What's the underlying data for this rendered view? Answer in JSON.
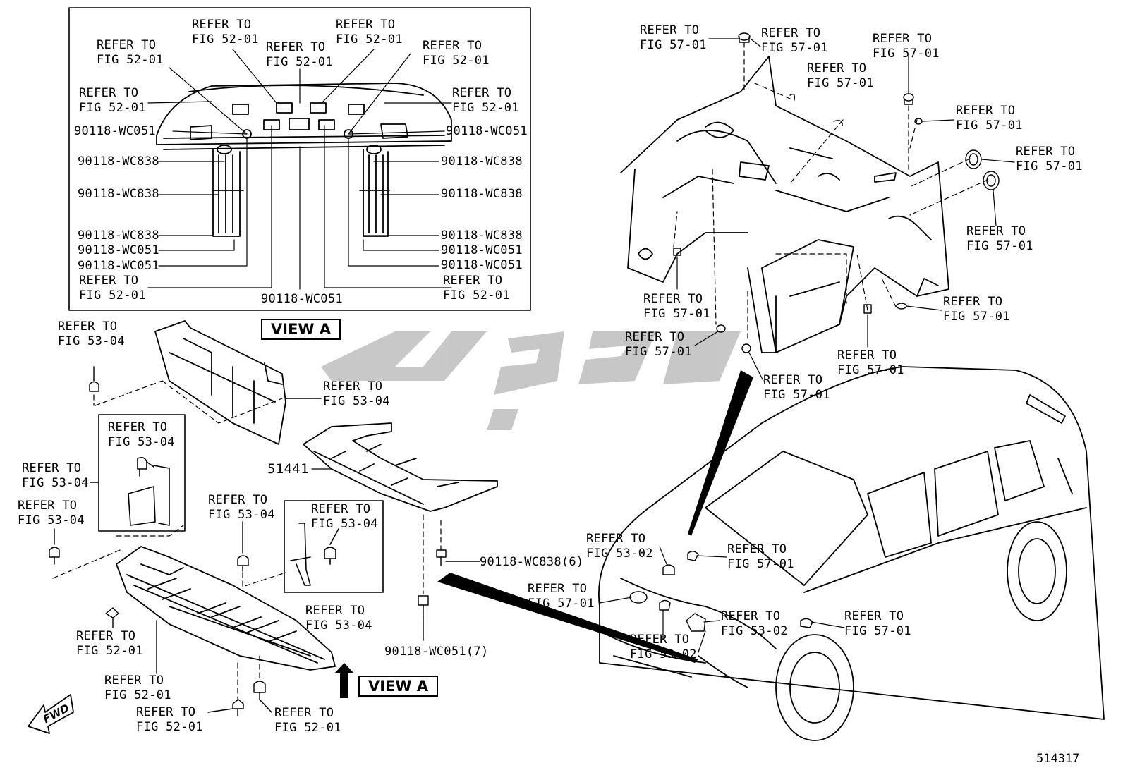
{
  "view_labels": {
    "box_view": "VIEW A",
    "arrow_view": "VIEW A"
  },
  "fwd_label": "FWD",
  "figure_number": "514317",
  "watermark": "یدک پارت",
  "part_51441": "51441",
  "callouts": {
    "va_tl1": [
      "REFER TO",
      "FIG 52-01"
    ],
    "va_t1": [
      "REFER TO",
      "FIG 52-01"
    ],
    "va_t2": [
      "REFER TO",
      "FIG 52-01"
    ],
    "va_t3": [
      "REFER TO",
      "FIG 52-01"
    ],
    "va_tr1": [
      "REFER TO",
      "FIG 52-01"
    ],
    "va_l1": [
      "REFER TO",
      "FIG 52-01"
    ],
    "va_r1": [
      "REFER TO",
      "FIG 52-01"
    ],
    "va_l2": [
      "90118-WC051"
    ],
    "va_r2": [
      "90118-WC051"
    ],
    "va_l3": [
      "90118-WC838"
    ],
    "va_r3": [
      "90118-WC838"
    ],
    "va_l4": [
      "90118-WC838"
    ],
    "va_r4": [
      "90118-WC838"
    ],
    "va_l5": [
      "90118-WC838"
    ],
    "va_r5": [
      "90118-WC838"
    ],
    "va_l6": [
      "90118-WC051"
    ],
    "va_r6": [
      "90118-WC051"
    ],
    "va_l7": [
      "90118-WC051"
    ],
    "va_r7": [
      "90118-WC051"
    ],
    "va_l8": [
      "REFER TO",
      "FIG 52-01"
    ],
    "va_r8": [
      "REFER TO",
      "FIG 52-01"
    ],
    "va_b1": [
      "90118-WC051"
    ],
    "tr_1": [
      "REFER TO",
      "FIG 57-01"
    ],
    "tr_2": [
      "REFER TO",
      "FIG 57-01"
    ],
    "tr_3": [
      "REFER TO",
      "FIG 57-01"
    ],
    "tr_4": [
      "REFER TO",
      "FIG 57-01"
    ],
    "tr_5": [
      "REFER TO",
      "FIG 57-01"
    ],
    "tr_6": [
      "REFER TO",
      "FIG 57-01"
    ],
    "tr_7": [
      "REFER TO",
      "FIG 57-01"
    ],
    "tr_8": [
      "REFER TO",
      "FIG 57-01"
    ],
    "tr_9": [
      "REFER TO",
      "FIG 57-01"
    ],
    "tr_10": [
      "REFER TO",
      "FIG 57-01"
    ],
    "tr_11": [
      "REFER TO",
      "FIG 57-01"
    ],
    "tr_12": [
      "REFER TO",
      "FIG 57-01"
    ],
    "l_1": [
      "REFER TO",
      "FIG 53-04"
    ],
    "l_2": [
      "REFER TO",
      "FIG 53-04"
    ],
    "l_3": [
      "REFER TO",
      "FIG 53-04"
    ],
    "l_4": [
      "REFER TO",
      "FIG 53-04"
    ],
    "l_5": [
      "REFER TO",
      "FIG 53-04"
    ],
    "c_1": [
      "REFER TO",
      "FIG 53-04"
    ],
    "c_2": [
      "REFER TO",
      "FIG 53-04"
    ],
    "c_3": [
      "REFER TO",
      "FIG 53-04"
    ],
    "c_4": [
      "90118-WC838(6)"
    ],
    "c_5": [
      "90118-WC051(7)"
    ],
    "b_1": [
      "REFER TO",
      "FIG 52-01"
    ],
    "b_2": [
      "REFER TO",
      "FIG 52-01"
    ],
    "b_3": [
      "REFER TO",
      "FIG 52-01"
    ],
    "b_4": [
      "REFER TO",
      "FIG 52-01"
    ],
    "car_1": [
      "REFER TO",
      "FIG 53-02"
    ],
    "car_2": [
      "REFER TO",
      "FIG 57-01"
    ],
    "car_3": [
      "REFER TO",
      "FIG 57-01"
    ],
    "car_4": [
      "REFER TO",
      "FIG 53-02"
    ],
    "car_5": [
      "REFER TO",
      "FIG 53-02"
    ],
    "car_6": [
      "REFER TO",
      "FIG 57-01"
    ]
  }
}
